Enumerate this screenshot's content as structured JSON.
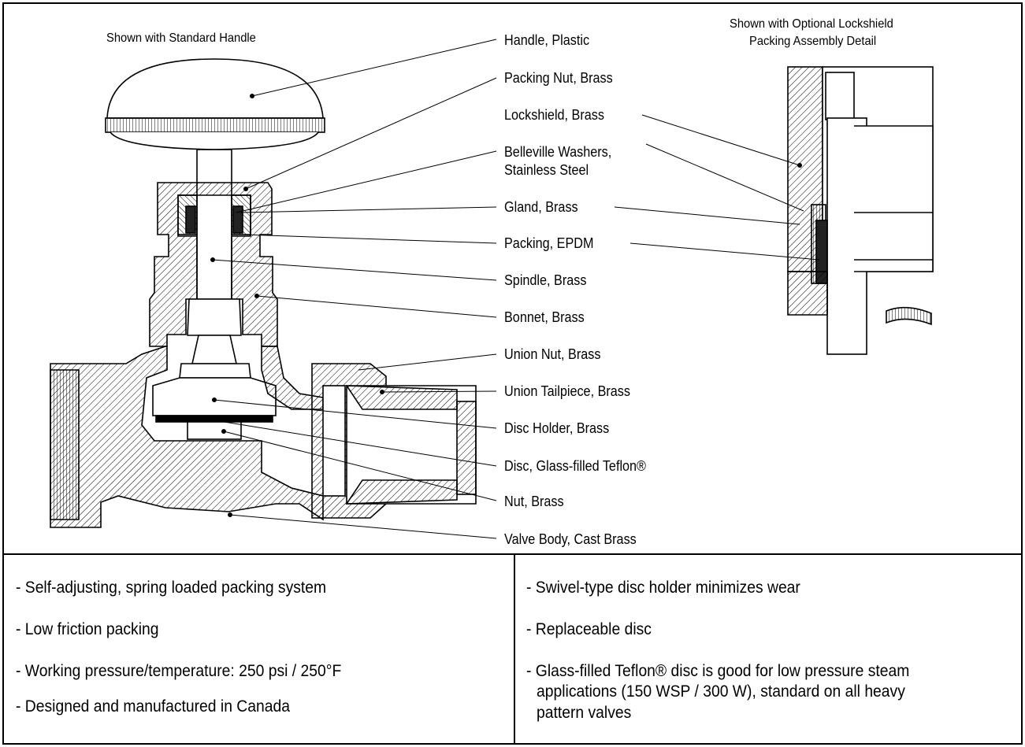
{
  "captions": {
    "standard": "Shown with Standard Handle",
    "lockshield_line1": "Shown with Optional Lockshield",
    "lockshield_line2": "Packing Assembly Detail"
  },
  "labels": [
    "Handle, Plastic",
    "Packing Nut, Brass",
    "Lockshield, Brass",
    "Belleville Washers,",
    "Stainless Steel",
    "Gland, Brass",
    "Packing, EPDM",
    "Spindle, Brass",
    "Bonnet, Brass",
    "Union Nut, Brass",
    "Union Tailpiece, Brass",
    "Disc Holder, Brass",
    "Disc, Glass-filled Teflon®",
    "Nut, Brass",
    "Valve Body, Cast Brass"
  ],
  "features_left": [
    "- Self-adjusting, spring loaded packing system",
    "- Low friction packing",
    "- Working pressure/temperature: 250 psi / 250°F",
    "- Designed and manufactured in Canada"
  ],
  "features_right": [
    "- Swivel-type disc holder minimizes wear",
    "- Replaceable disc",
    "- Glass-filled Teflon® disc is good for low pressure steam",
    "applications (150 WSP / 300 W), standard on all heavy",
    "pattern valves"
  ]
}
